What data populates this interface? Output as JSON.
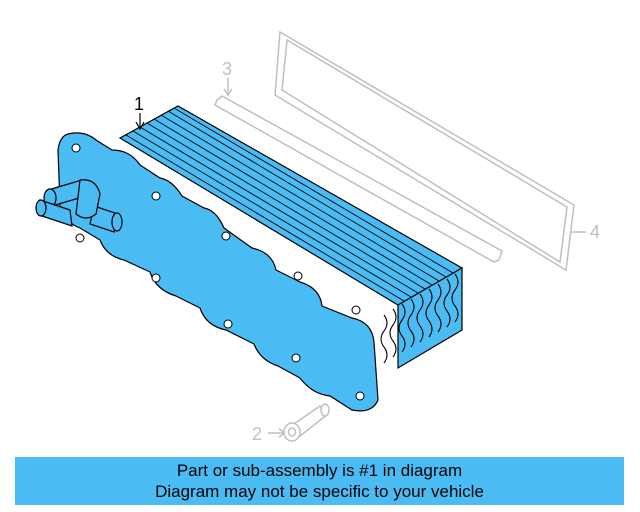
{
  "colors": {
    "highlight": "#4bbcf3",
    "outline": "#000000",
    "ghost": "#bfbfbf",
    "background": "#ffffff"
  },
  "callouts": [
    {
      "number": "1",
      "highlighted": true
    },
    {
      "number": "2",
      "highlighted": false
    },
    {
      "number": "3",
      "highlighted": false
    },
    {
      "number": "4",
      "highlighted": false
    }
  ],
  "banner": {
    "line1": "Part or sub-assembly is #1 in diagram",
    "line2": "Diagram may not be specific to your vehicle"
  }
}
